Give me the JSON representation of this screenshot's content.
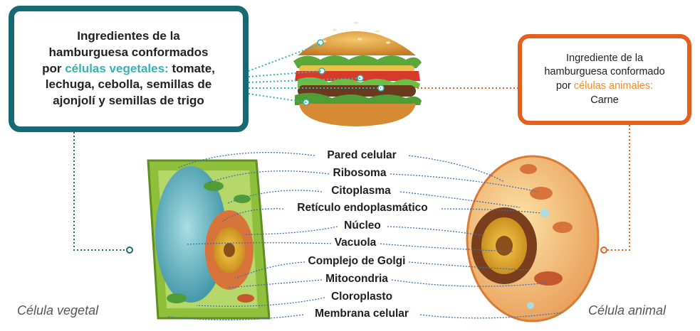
{
  "vegetal_box": {
    "line1": "Ingredientes de la",
    "line2": "hamburguesa conformados",
    "line3_prefix": "por ",
    "line3_highlight": "células vegetales:",
    "line3_suffix": " tomate,",
    "line4": "lechuga, cebolla, semillas de",
    "line5": "ajonjolí y semillas de trigo",
    "border_color": "#156a73",
    "highlight_color": "#2fb5b3"
  },
  "animal_box": {
    "line1": "Ingrediente de la",
    "line2": "hamburguesa conformado",
    "line3_prefix": "por ",
    "line3_highlight": "células animales:",
    "line4": "Carne",
    "border_color": "#e4601f",
    "highlight_color": "#f08a2a"
  },
  "organelles": [
    "Pared celular",
    "Ribosoma",
    "Citoplasma",
    "Retículo endoplasmático",
    "Núcleo",
    "Vacuola",
    "Complejo de Golgi",
    "Mitocondria",
    "Cloroplasto",
    "Membrana celular"
  ],
  "captions": {
    "vegetal": "Célula vegetal",
    "animal": "Célula animal"
  }
}
